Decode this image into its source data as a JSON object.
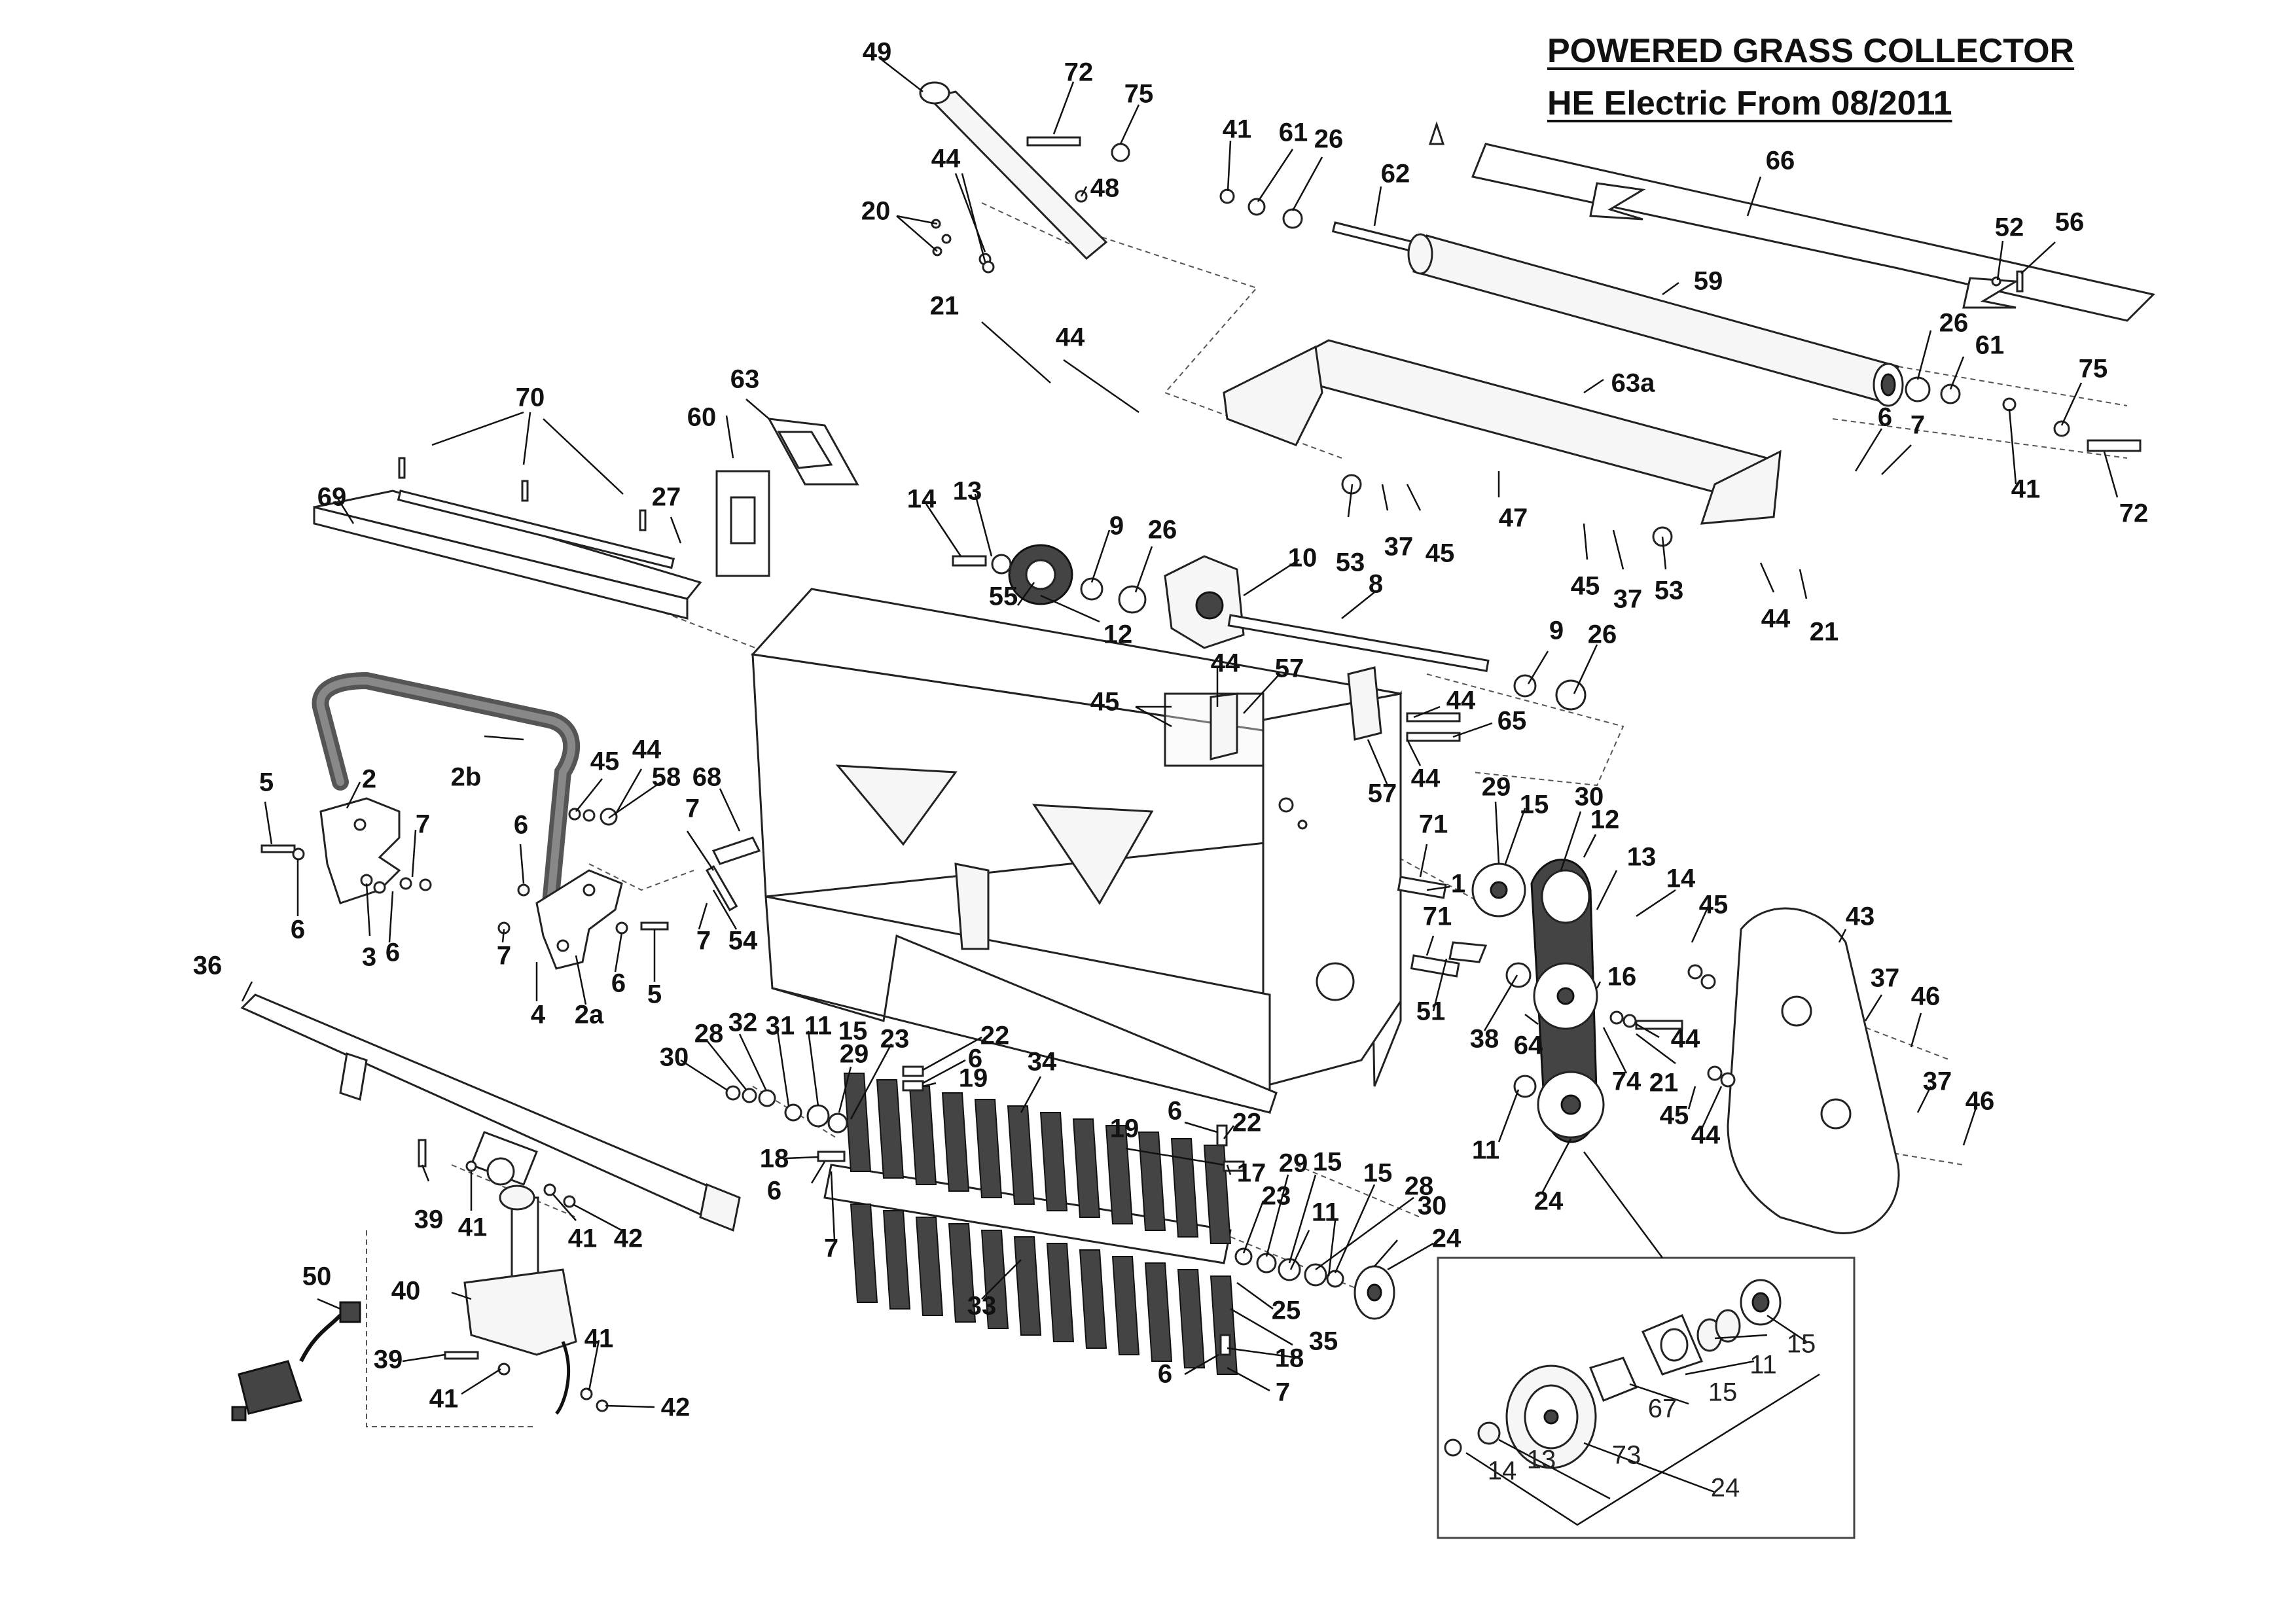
{
  "title": {
    "line1": "POWERED GRASS COLLECTOR",
    "line2": "HE Electric From 08/2011"
  },
  "callouts": {
    "c49": "49",
    "c72a": "72",
    "c75a": "75",
    "c41a": "41",
    "c61a": "61",
    "c26a": "26",
    "c66": "66",
    "c44a": "44",
    "c48": "48",
    "c20": "20",
    "c62": "62",
    "c52": "52",
    "c56": "56",
    "c59": "59",
    "c21a": "21",
    "c44b": "44",
    "c26b": "26",
    "c61b": "61",
    "c63a": "63a",
    "c75b": "75",
    "c6a": "6",
    "c7a": "7",
    "c41b": "41",
    "c72b": "72",
    "c70": "70",
    "c63": "63",
    "c60": "60",
    "c27": "27",
    "c69": "69",
    "c14a": "14",
    "c13a": "13",
    "c9a": "9",
    "c26c": "26",
    "c10": "10",
    "c53a": "53",
    "c37a": "37",
    "c45a": "45",
    "c47": "47",
    "c45b": "45",
    "c37b": "37",
    "c53b": "53",
    "c44c": "44",
    "c21b": "21",
    "c55": "55",
    "c12a": "12",
    "c8": "8",
    "c9b": "9",
    "c26d": "26",
    "c45c": "45",
    "c44d": "44",
    "c57a": "57",
    "c44e": "44",
    "c65": "65",
    "c44f": "44",
    "c57b": "57",
    "c5a": "5",
    "c2": "2",
    "c2b": "2b",
    "c45d": "45",
    "c44g": "44",
    "c58": "58",
    "c68": "68",
    "c7b": "7",
    "c6b": "6",
    "c7c": "7",
    "c6c": "6",
    "c3": "3",
    "c6d": "6",
    "c7d": "7",
    "c54": "54",
    "c6e": "6",
    "c5b": "5",
    "c4": "4",
    "c2a": "2a",
    "c29a": "29",
    "c15a": "15",
    "c30a": "30",
    "c71a": "71",
    "c1": "1",
    "c12b": "12",
    "c13b": "13",
    "c14b": "14",
    "c45e": "45",
    "c43": "43",
    "c71b": "71",
    "c37c": "37",
    "c46a": "46",
    "c36": "36",
    "c51": "51",
    "c16": "16",
    "c38": "38",
    "c64": "64",
    "c44h": "44",
    "c21c": "21",
    "c74": "74",
    "c45f": "45",
    "c44i": "44",
    "c37d": "37",
    "c46b": "46",
    "c30b": "30",
    "c28a": "28",
    "c32": "32",
    "c31": "31",
    "c11a": "11",
    "c15b": "15",
    "c29b": "29",
    "c23a": "23",
    "c22a": "22",
    "c6f": "6",
    "c19a": "19",
    "c34": "34",
    "c11b": "11",
    "c24a": "24",
    "c6g": "6",
    "c22b": "22",
    "c19b": "19",
    "c18a": "18",
    "c17": "17",
    "c29c": "29",
    "c15c": "15",
    "c6h": "6",
    "c23b": "23",
    "c15d": "15",
    "c28b": "28",
    "c7e": "7",
    "c39a": "39",
    "c41c": "41",
    "c41d": "41",
    "c42a": "42",
    "c11c": "11",
    "c30c": "30",
    "c24b": "24",
    "c33": "33",
    "c25": "25",
    "c50": "50",
    "c40": "40",
    "c41e": "41",
    "c35": "35",
    "c39b": "39",
    "c18b": "18",
    "c41f": "41",
    "c42b": "42",
    "c6i": "6",
    "c7f": "7"
  },
  "inset": {
    "c15a": "15",
    "c11": "11",
    "c15b": "15",
    "c67": "67",
    "c13": "13",
    "c73": "73",
    "c14": "14",
    "c24": "24"
  }
}
